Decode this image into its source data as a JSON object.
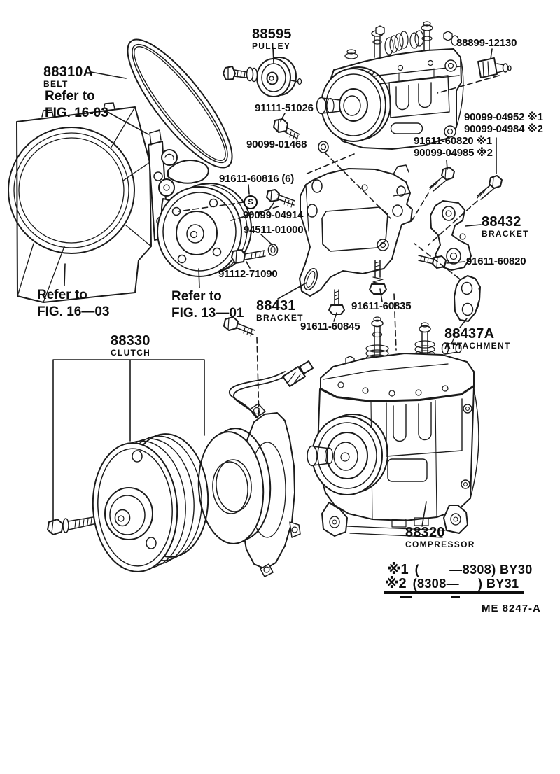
{
  "figure_code": "ME 8247-A",
  "callouts": {
    "belt": {
      "part_no": "88310A",
      "part_name": "BELT"
    },
    "belt_ref": {
      "line1": "Refer to",
      "line2": "FIG. 16-03"
    },
    "pulley": {
      "part_no": "88595",
      "part_name": "PULLEY"
    },
    "fitting": {
      "part_no": "88899-12130"
    },
    "bolt_pulley": {
      "part_no": "91111-51026"
    },
    "grommet": {
      "part_no": "90099-01468"
    },
    "washer_set": {
      "line1": "90099-04952 ※1",
      "line2": "90099-04984 ※2"
    },
    "bolt_set": {
      "line1": "91611-60820 ※1",
      "line2": "90099-04985 ※2"
    },
    "bolt_six": {
      "part_no": "91611-60816 (6)",
      "symbol": "S"
    },
    "nut": {
      "part_no": "90099-04914"
    },
    "washer": {
      "part_no": "94511-01000"
    },
    "bracket_rh": {
      "part_no": "88432",
      "part_name": "BRACKET"
    },
    "bolt_rh": {
      "part_no": "91611-60820"
    },
    "bolt_crank": {
      "part_no": "91112-71090"
    },
    "shroud_ref": {
      "line1": "Refer to",
      "line2": "FIG. 16—03"
    },
    "crank_ref": {
      "line1": "Refer to",
      "line2": "FIG. 13—01"
    },
    "bracket_main": {
      "part_no": "88431",
      "part_name": "BRACKET"
    },
    "bolt_60835": {
      "part_no": "91611-60835"
    },
    "bolt_60845": {
      "part_no": "91611-60845"
    },
    "attachment": {
      "part_no": "88437A",
      "part_name": "ATTACHMENT"
    },
    "clutch": {
      "part_no": "88330",
      "part_name": "CLUTCH"
    },
    "compressor": {
      "part_no": "88320",
      "part_name": "COMPRESSOR"
    }
  },
  "notes": {
    "line1": {
      "marker": "※1",
      "body": "(        —8308) BY30"
    },
    "line2": {
      "marker": "※2",
      "body": "(8308—     ) BY31"
    }
  }
}
